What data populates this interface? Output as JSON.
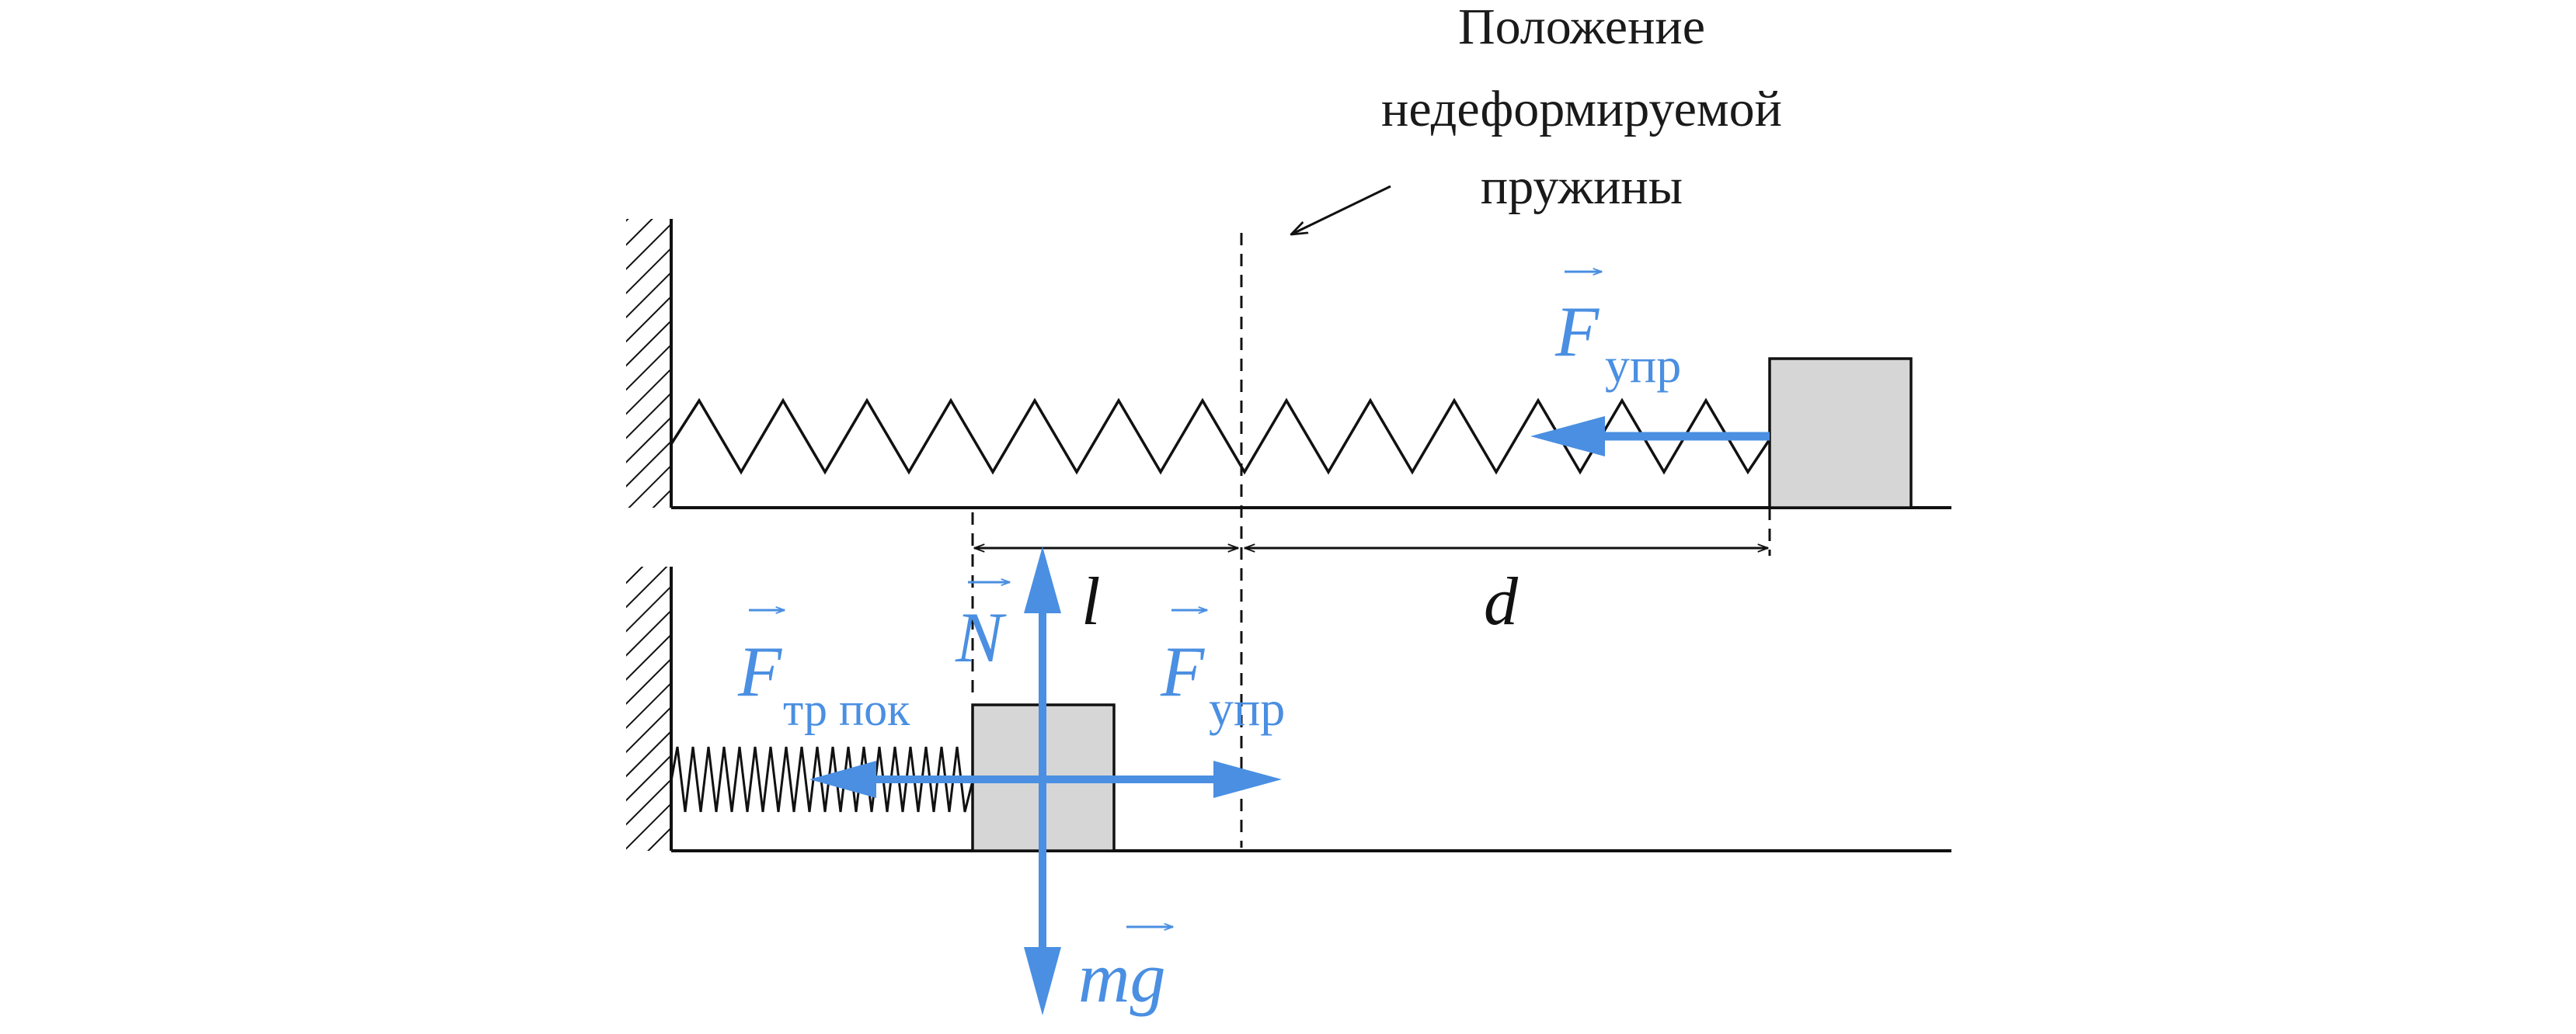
{
  "caption": {
    "lines": [
      "Положение",
      "недеформируемой",
      "пружины"
    ]
  },
  "labels": {
    "l": "l",
    "d": "d"
  },
  "forces": {
    "top_elastic": {
      "symbol": "F",
      "sub": "упр"
    },
    "bottom_elastic": {
      "symbol": "F",
      "sub": "упр"
    },
    "static_friction": {
      "symbol": "F",
      "sub": "тр пок"
    },
    "normal": {
      "symbol": "N"
    },
    "gravity": {
      "symbol": "mg"
    }
  },
  "colors": {
    "force": "#4a8fe2",
    "ink": "#111111",
    "block_fill": "#d6d6d6"
  }
}
